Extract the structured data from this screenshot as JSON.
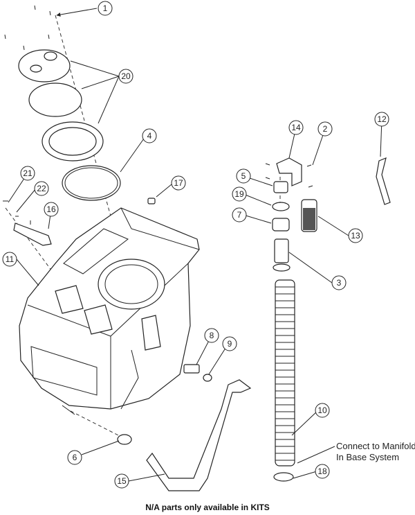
{
  "callouts": [
    "1",
    "20",
    "4",
    "21",
    "22",
    "16",
    "17",
    "11",
    "14",
    "2",
    "12",
    "5",
    "19",
    "7",
    "13",
    "3",
    "8",
    "9",
    "10",
    "6",
    "15",
    "18"
  ],
  "notes": {
    "manifold_line1": "Connect to Manifold",
    "manifold_line2": "In Base System"
  },
  "footer": "N/A parts only available in KITS"
}
